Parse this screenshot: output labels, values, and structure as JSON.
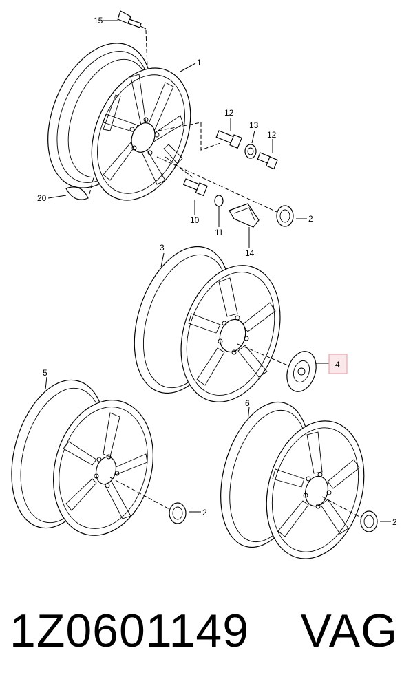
{
  "callouts": {
    "c1": "1",
    "c2a": "2",
    "c2b": "2",
    "c2c": "2",
    "c3": "3",
    "c4": "4",
    "c5": "5",
    "c6": "6",
    "c10": "10",
    "c11": "11",
    "c12a": "12",
    "c12b": "12",
    "c13": "13",
    "c14": "14",
    "c15": "15",
    "c20": "20"
  },
  "highlight": {
    "callout": "4",
    "box_color": "#e8a7ad",
    "fill_color": "#fbe8ea"
  },
  "footer": {
    "part_number": "1Z0601149",
    "brand": "VAG"
  }
}
